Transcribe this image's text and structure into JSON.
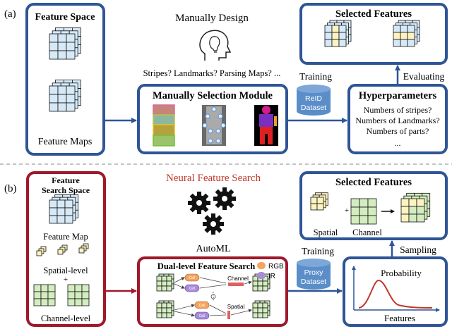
{
  "colors": {
    "blue_frame": "#2f5597",
    "red_frame": "#a0182b",
    "cube_blue": "#d6e9f7",
    "cube_green": "#d4edc0",
    "cube_yellow": "#fdf2c0",
    "cylinder": "#5b8ec9",
    "pill_orange": "#f4a460",
    "pill_purple": "#a98cd8",
    "arrow_blue": "#2f5597",
    "arrow_red": "#a0182b",
    "title_red": "#c0392b",
    "curve_red": "#c0392b"
  },
  "icons": [
    "head-lightbulb-icon",
    "gears-icon",
    "cylinder-icon"
  ],
  "panel_a": {
    "label": "(a)",
    "feature_space": {
      "title": "Feature Space",
      "caption": "Feature Maps"
    },
    "manual_design": {
      "title": "Manually Design",
      "question": "Stripes? Landmarks? Parsing Maps? ..."
    },
    "selection_module": {
      "title": "Manually Selection Module"
    },
    "dataset": {
      "line1": "ReID",
      "line2": "Dataset"
    },
    "training_label": "Training",
    "evaluating_label": "Evaluating",
    "selected": {
      "title": "Selected Features"
    },
    "hyper": {
      "title": "Hyperparameters",
      "lines": [
        "Numbers of stripes?",
        "Numbers of Landmarks?",
        "Numbers of  parts?",
        "..."
      ]
    }
  },
  "panel_b": {
    "label": "(b)",
    "search_space": {
      "title_line1": "Feature",
      "title_line2": "Search Space",
      "feature_map": "Feature Map",
      "spatial": "Spatial-level",
      "plus": "+",
      "channel": "Channel-level"
    },
    "nfs_title": "Neural Feature Search",
    "automl": "AutoML",
    "dual": {
      "title": "Dual-level Feature Search",
      "channel_label": "Channel",
      "spatial_label": "Spatial",
      "cell_label": "Cell",
      "legend_rgb": "RGB",
      "legend_ir": "IR"
    },
    "dataset": {
      "line1": "Proxy",
      "line2": "Dataset"
    },
    "training_label": "Training",
    "sampling_label": "Sampling",
    "selected": {
      "title": "Selected Features",
      "spatial": "Spatial",
      "plus": "+",
      "channel": "Channel"
    },
    "probability": {
      "ylabel": "Probability",
      "xlabel": "Features"
    }
  }
}
